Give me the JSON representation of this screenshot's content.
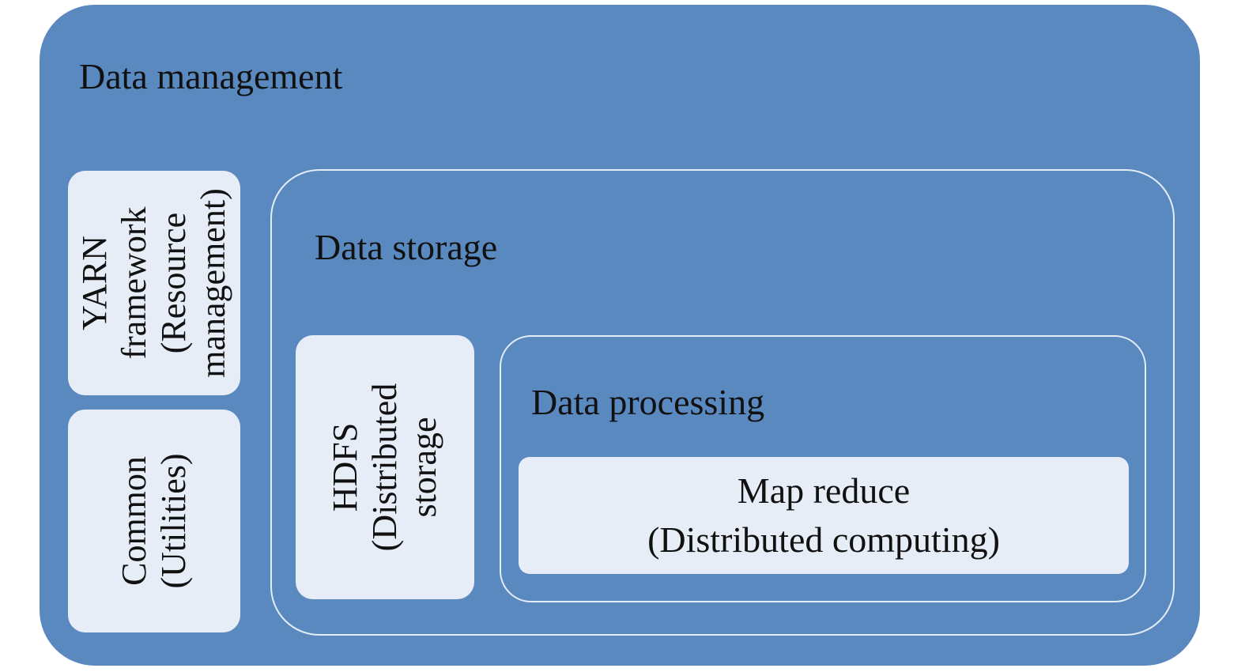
{
  "diagram": {
    "data_management": {
      "title": "Data management",
      "yarn": {
        "lines": [
          "YARN",
          "framework",
          "(Resource",
          "management)"
        ]
      },
      "common": {
        "lines": [
          "Common",
          "(Utilities)"
        ]
      },
      "data_storage": {
        "title": "Data storage",
        "hdfs": {
          "lines": [
            "HDFS",
            "(Distributed",
            "storage"
          ]
        },
        "data_processing": {
          "title": "Data processing",
          "map_reduce": {
            "lines": [
              "Map reduce",
              "(Distributed computing)"
            ]
          }
        }
      }
    },
    "colors": {
      "container_fill": "#5a89c0",
      "box_fill": "#e7edf7",
      "frame_stroke": "#e4ecf7",
      "text": "#111111"
    }
  }
}
